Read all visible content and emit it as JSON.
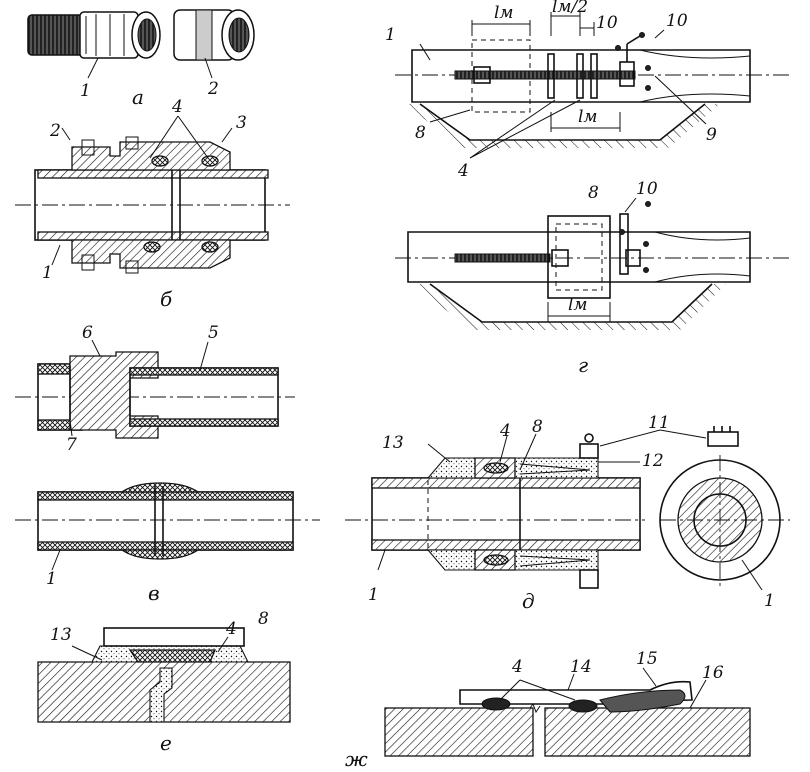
{
  "figure": {
    "panels": {
      "a": {
        "caption": "а",
        "labels": [
          "1",
          "2"
        ]
      },
      "b": {
        "caption": "б",
        "labels": [
          "2",
          "4",
          "3",
          "1"
        ]
      },
      "v_upper": {
        "labels": [
          "6",
          "5",
          "7"
        ]
      },
      "v": {
        "caption": "в",
        "labels": [
          "1"
        ]
      },
      "g": {
        "caption": "г",
        "labels": [
          "1",
          "8",
          "4",
          "10",
          "10",
          "9",
          "8",
          "10"
        ],
        "dims": [
          "lм",
          "lм/2",
          "lм",
          "lм"
        ]
      },
      "d": {
        "caption": "д",
        "labels": [
          "13",
          "4",
          "8",
          "11",
          "12",
          "1",
          "1"
        ]
      },
      "e": {
        "caption": "е",
        "labels": [
          "13",
          "4",
          "8"
        ]
      },
      "zh": {
        "caption": "ж",
        "labels": [
          "4",
          "14",
          "15",
          "16"
        ]
      }
    }
  }
}
